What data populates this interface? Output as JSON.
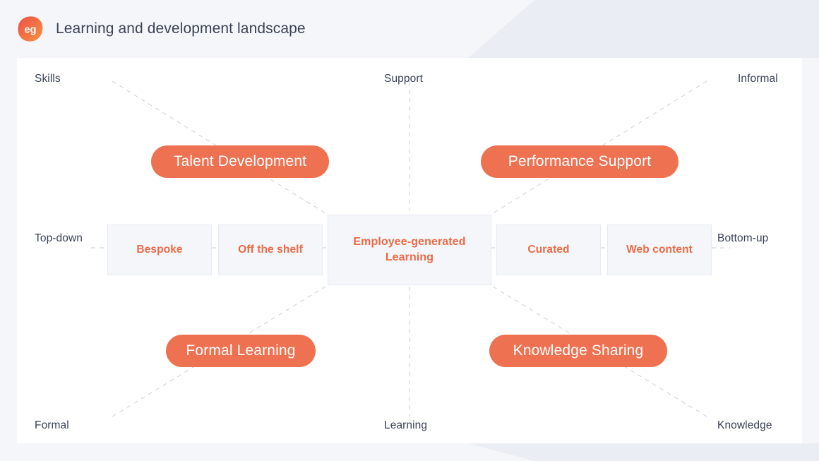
{
  "header": {
    "logo_initials": "eg",
    "logo_name": "eg-logo",
    "title": "Learning and development landscape"
  },
  "theme": {
    "page_background": "#f4f6fa",
    "card_background": "#ffffff",
    "accent_orange": "#ee7251",
    "accent_orange_text": "#ed6a45",
    "text_dark": "#3a4254",
    "box_fill": "#f4f6fa",
    "box_border": "#e6eaf1",
    "dash_color": "#c9ced8",
    "logo_gradient_from": "#ef4e47",
    "logo_gradient_to": "#f59440"
  },
  "diagram": {
    "axis_labels": {
      "top_left": "Skills",
      "top_center": "Support",
      "top_right": "Informal",
      "middle_left": "Top-down",
      "middle_right": "Bottom-up",
      "bottom_left": "Formal",
      "bottom_center": "Learning",
      "bottom_right": "Knowledge"
    },
    "quadrant_pills": [
      {
        "label": "Talent Development",
        "position": "top-left"
      },
      {
        "label": "Performance Support",
        "position": "top-right"
      },
      {
        "label": "Formal Learning",
        "position": "bottom-left"
      },
      {
        "label": "Knowledge Sharing",
        "position": "bottom-right"
      }
    ],
    "spectrum_boxes": [
      {
        "label": "Bespoke",
        "lines": [
          "Bespoke"
        ]
      },
      {
        "label": "Off the shelf",
        "lines": [
          "Off the shelf"
        ]
      },
      {
        "label": "Employee-generated Learning",
        "lines": [
          "Employee-generated",
          "Learning"
        ]
      },
      {
        "label": "Curated",
        "lines": [
          "Curated"
        ]
      },
      {
        "label": "Web content",
        "lines": [
          "Web content"
        ]
      }
    ]
  }
}
